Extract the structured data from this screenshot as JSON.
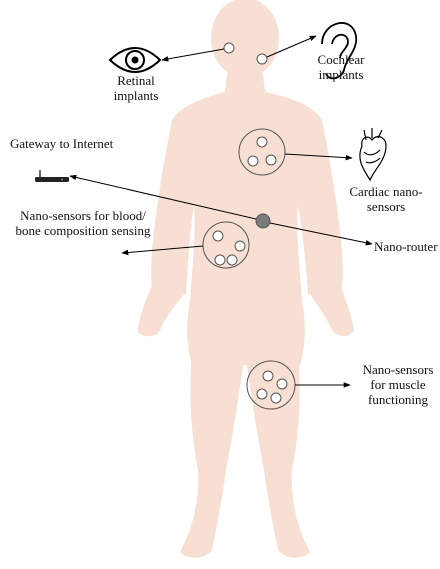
{
  "labels": {
    "retinal": [
      "Retinal",
      "implants"
    ],
    "cochlear": [
      "Cochlear",
      "implants"
    ],
    "gateway": "Gateway to Internet",
    "cardiac": [
      "Cardiac nano-",
      "sensors"
    ],
    "blood": [
      "Nano-sensors for blood/",
      "bone composition sensing"
    ],
    "router": "Nano-router",
    "muscle": [
      "Nano-sensors",
      "for muscle",
      "functioning"
    ]
  },
  "colors": {
    "body": "#f7e0d3",
    "node_fill": "#ffffff",
    "node_stroke": "#444444",
    "router_fill": "#7a7a7a",
    "arrow": "#000000",
    "text": "#111111"
  },
  "icons": {
    "retinal": "eye-icon",
    "cochlear": "ear-icon",
    "cardiac": "heart-icon",
    "gateway": "gateway-router-icon"
  }
}
